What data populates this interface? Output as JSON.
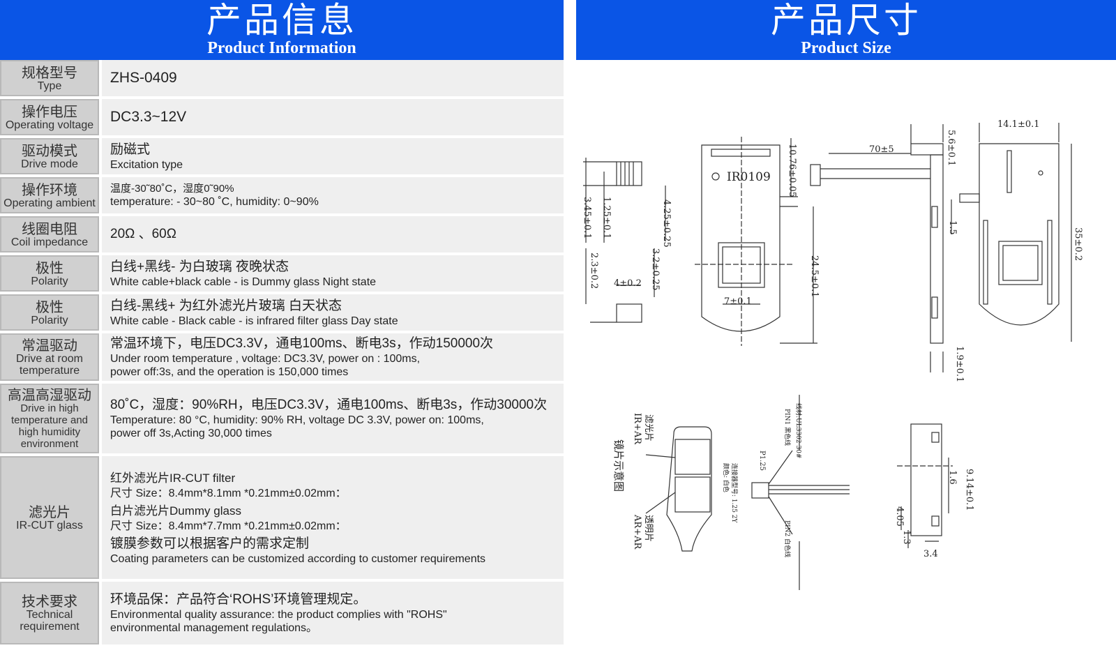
{
  "header_left": {
    "zh": "产品信息",
    "en": "Product Information"
  },
  "header_right": {
    "zh": "产品尺寸",
    "en": "Product Size"
  },
  "rows": [
    {
      "label_zh": "规格型号",
      "label_en": "Type",
      "lines": [
        "ZHS-0409"
      ]
    },
    {
      "label_zh": "操作电压",
      "label_en": "Operating voltage",
      "lines": [
        "DC3.3~12V"
      ]
    },
    {
      "label_zh": "驱动模式",
      "label_en": "Drive mode",
      "lines": [
        "励磁式",
        "Excitation type"
      ]
    },
    {
      "label_zh": "操作环境",
      "label_en": "Operating ambient",
      "lines": [
        "温度-30˜80˚C，湿度0˜90%",
        "temperature: - 30~80 ˚C, humidity: 0~90%"
      ]
    },
    {
      "label_zh": "线圈电阻",
      "label_en": "Coil impedance",
      "lines": [
        "20Ω 、60Ω"
      ]
    },
    {
      "label_zh": "极性",
      "label_en": "Polarity",
      "lines": [
        "白线+黑线- 为白玻璃 夜晚状态",
        "White cable+black cable - is Dummy glass Night state"
      ]
    },
    {
      "label_zh": "极性",
      "label_en": "Polarity",
      "lines": [
        "白线-黑线+ 为红外滤光片玻璃 白天状态",
        "White cable - Black cable - is infrared filter glass Day state"
      ]
    },
    {
      "label_zh": "常温驱动",
      "label_en": "Drive at room temperature",
      "lines": [
        "常温环境下，电压DC3.3V，通电100ms、断电3s，作动150000次",
        "Under room temperature , voltage: DC3.3V, power on : 100ms,",
        "power off:3s, and the operation is 150,000 times"
      ]
    },
    {
      "label_zh": "高温高湿驱动",
      "label_en": "Drive in high temperature and high humidity environment",
      "lines": [
        "80˚C，湿度：90%RH，电压DC3.3V，通电100ms、断电3s，作动30000次",
        "Temperature: 80 °C, humidity: 90% RH, voltage DC 3.3V, power on: 100ms,",
        "power off 3s,Acting 30,000 times"
      ]
    },
    {
      "label_zh": "滤光片",
      "label_en": "IR-CUT glass",
      "lines": [
        "红外滤光片IR-CUT filter",
        "尺寸 Size：8.4mm*8.1mm *0.21mm±0.02mm：",
        "白片滤光片Dummy glass",
        "尺寸 Size：8.4mm*7.7mm *0.21mm±0.02mm：",
        "镀膜参数可以根据客户的需求定制",
        "Coating parameters can be customized according to customer requirements"
      ]
    },
    {
      "label_zh": "技术要求",
      "label_en": "Technical requirement",
      "lines": [
        "环境品保：产品符合‘ROHS’环境管理规定。",
        "Environmental quality assurance: the product complies with \"ROHS\"",
        "environmental management regulations。"
      ]
    }
  ],
  "drawing": {
    "part_label": "IR0109",
    "dims": [
      "14.1±0.1",
      "70±5",
      "5.6±0.1",
      "10.76±0.05",
      "4.25±0.25",
      "3.45±0.1",
      "1.25±0.1",
      "2.3±0.2",
      "4±0.2",
      "3.2±0.25",
      "24.5±0.1",
      "7±0.1",
      "1.5",
      "35±0.2",
      "1.9±0.1",
      "9.14±0.1",
      "1.6",
      "4.05",
      "1.3",
      "3.4",
      "P1.25"
    ],
    "notes": [
      "滤光片",
      "IR+AR",
      "镜片示意图",
      "透明片",
      "AR+AR",
      "线材:UL3302 30#",
      "PIN1 黑色线",
      "PIN2 白色线",
      "连接器型号: 1.25 2Y",
      "颜色: 白色"
    ]
  }
}
